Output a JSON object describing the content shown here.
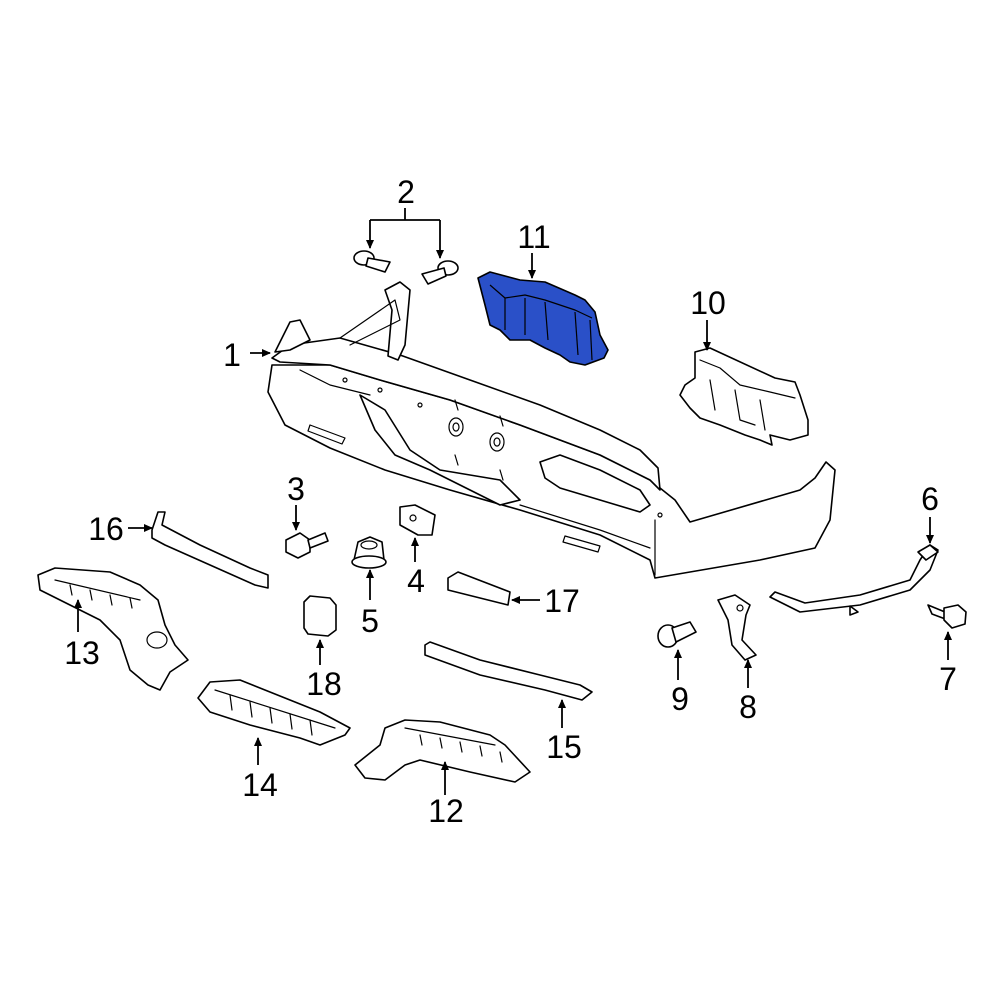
{
  "diagram": {
    "highlight_color": "#2a50c8",
    "callouts": {
      "c1": "1",
      "c2": "2",
      "c3": "3",
      "c4": "4",
      "c5": "5",
      "c6": "6",
      "c7": "7",
      "c8": "8",
      "c9": "9",
      "c10": "10",
      "c11": "11",
      "c12": "12",
      "c13": "13",
      "c14": "14",
      "c15": "15",
      "c16": "16",
      "c17": "17",
      "c18": "18"
    },
    "highlighted_part": "11"
  }
}
